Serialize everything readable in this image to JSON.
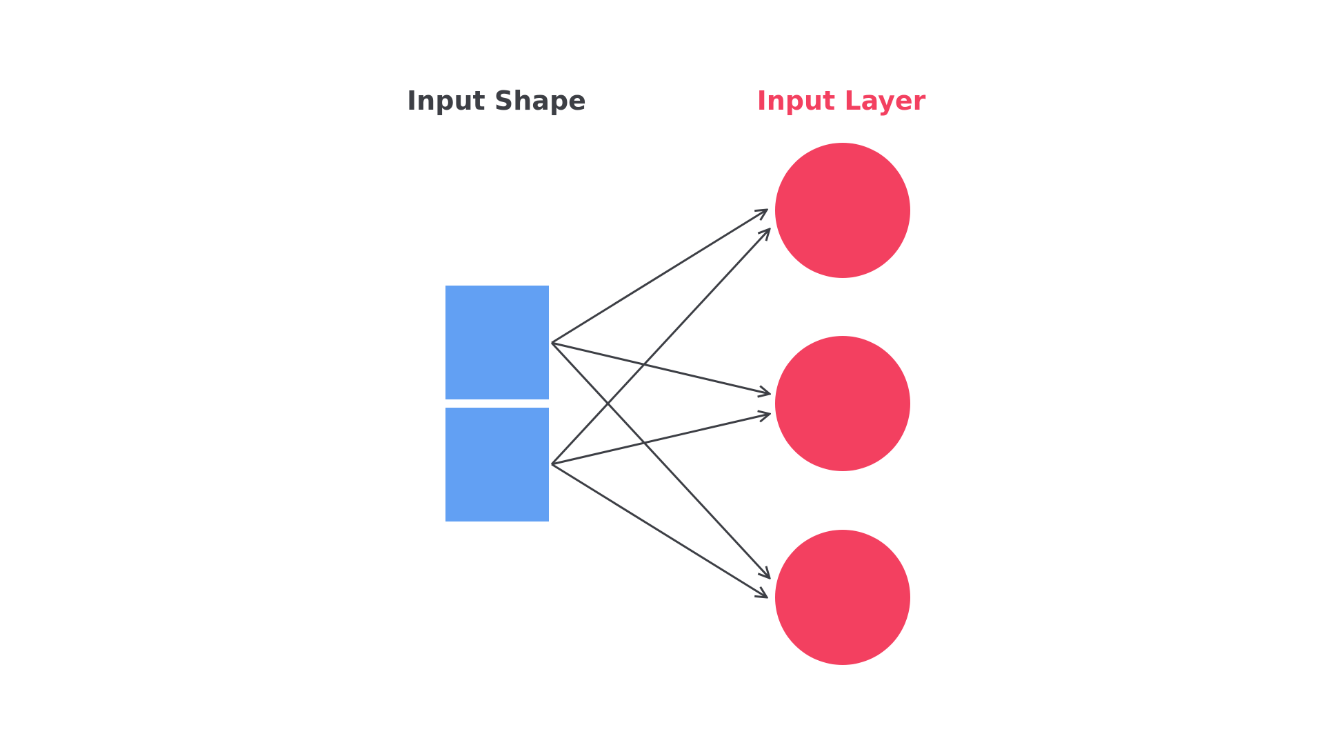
{
  "labels": {
    "input_shape": "Input Shape",
    "input_layer": "Input Layer"
  },
  "colors": {
    "input_shape": "#62a0f3",
    "input_layer": "#f34060",
    "arrow": "#3d3f45",
    "label_dark": "#3d3f45"
  },
  "diagram": {
    "input_cells": 2,
    "layer_nodes": 3,
    "connections": "fully-connected"
  }
}
